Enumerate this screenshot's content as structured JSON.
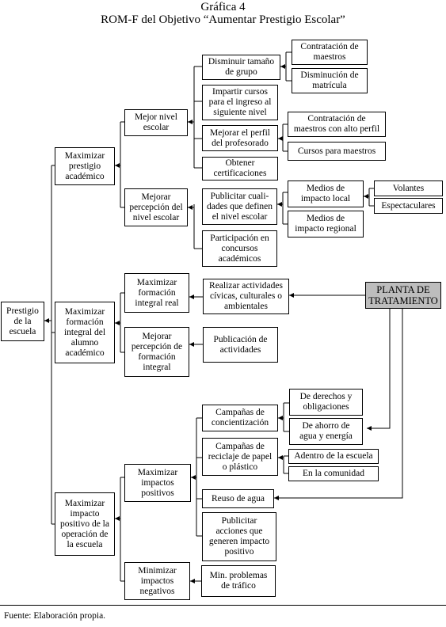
{
  "header": {
    "figure_label": "Gráfica 4",
    "title": "ROM-F del Objetivo “Aumentar Prestigio Escolar”"
  },
  "nodes": {
    "root": "Prestigio\nde la\nescuela",
    "maximizar_prestigio": "Maximizar\nprestigio\nacadémico",
    "mejor_nivel": "Mejor nivel\nescolar",
    "mejorar_percepcion_nivel": "Mejorar\npercepción del\nnivel escolar",
    "disminuir_tamano": "Disminuir tamaño\nde grupo",
    "contratacion_maestros": "Contratación de\nmaestros",
    "disminucion_matricula": "Disminución de\nmatrícula",
    "impartir_cursos": "Impartir cursos\npara el ingreso al\nsiguiente nivel",
    "mejorar_perfil": "Mejorar el perfil\ndel profesorado",
    "contratacion_alto_perfil": "Contratación de\nmaestros con alto perfil",
    "cursos_maestros": "Cursos para maestros",
    "obtener_cert": "Obtener\ncertificaciones",
    "publicitar_cualidades": "Publicitar cuali-\ndades que definen\nel nivel escolar",
    "medios_local": "Medios de\nimpacto local",
    "volantes": "Volantes",
    "espectaculares": "Espectaculares",
    "medios_regional": "Medios de\nimpacto regional",
    "participacion_concursos": "Participación en\nconcursos\nacadémicos",
    "maximizar_formacion": "Maximizar\nformación\nintegral del\nalumno\nacadémico",
    "max_formacion_real": "Maximizar\nformación\nintegral real",
    "realizar_actividades": "Realizar actividades\ncívicas, culturales o\nambientales",
    "mejorar_percepcion_formacion": "Mejorar\npercepción de\nformación\nintegral",
    "publicacion_actividades": "Publicación de\nactividades",
    "planta": "PLANTA DE\nTRATAMIENTO",
    "maximizar_impacto": "Maximizar\nimpacto\npositivo de la\noperación de\nla escuela",
    "max_impactos_pos": "Maximizar\nimpactos\npositivos",
    "campanas_concientizacion": "Campañas de\nconcientización",
    "derechos_obligaciones": "De derechos y\nobligaciones",
    "ahorro_agua": "De ahorro de\nagua y energía",
    "campanas_reciclaje": "Campañas de\nreciclaje de papel\no plástico",
    "adentro_escuela": "Adentro de la escuela",
    "en_comunidad": "En la comunidad",
    "reuso_agua": "Reuso de agua",
    "publicitar_acciones": "Publicitar\nacciones que\ngeneren impacto\npositivo",
    "min_impactos_neg": "Minimizar\nimpactos\nnegativos",
    "min_problemas_trafico": "Min. problemas\nde tráfico"
  },
  "footer": {
    "source": "Fuente: Elaboración propia."
  }
}
